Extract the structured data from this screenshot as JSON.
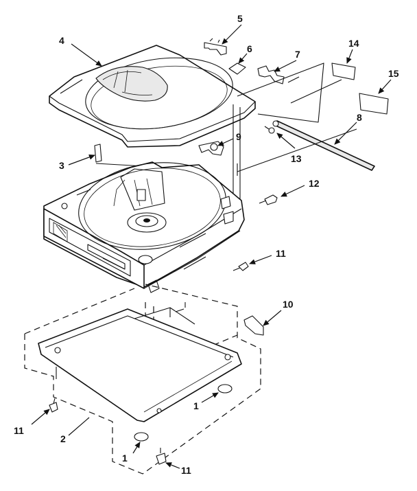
{
  "diagram": {
    "callouts": [
      {
        "id": "c1a",
        "label": "1"
      },
      {
        "id": "c1b",
        "label": "1"
      },
      {
        "id": "c2",
        "label": "2"
      },
      {
        "id": "c3",
        "label": "3"
      },
      {
        "id": "c4",
        "label": "4"
      },
      {
        "id": "c5",
        "label": "5"
      },
      {
        "id": "c6",
        "label": "6"
      },
      {
        "id": "c7",
        "label": "7"
      },
      {
        "id": "c8",
        "label": "8"
      },
      {
        "id": "c9",
        "label": "9"
      },
      {
        "id": "c10",
        "label": "10"
      },
      {
        "id": "c11a",
        "label": "11"
      },
      {
        "id": "c11b",
        "label": "11"
      },
      {
        "id": "c11c",
        "label": "11"
      },
      {
        "id": "c12",
        "label": "12"
      },
      {
        "id": "c13",
        "label": "13"
      },
      {
        "id": "c14",
        "label": "14"
      },
      {
        "id": "c15",
        "label": "15"
      }
    ]
  }
}
